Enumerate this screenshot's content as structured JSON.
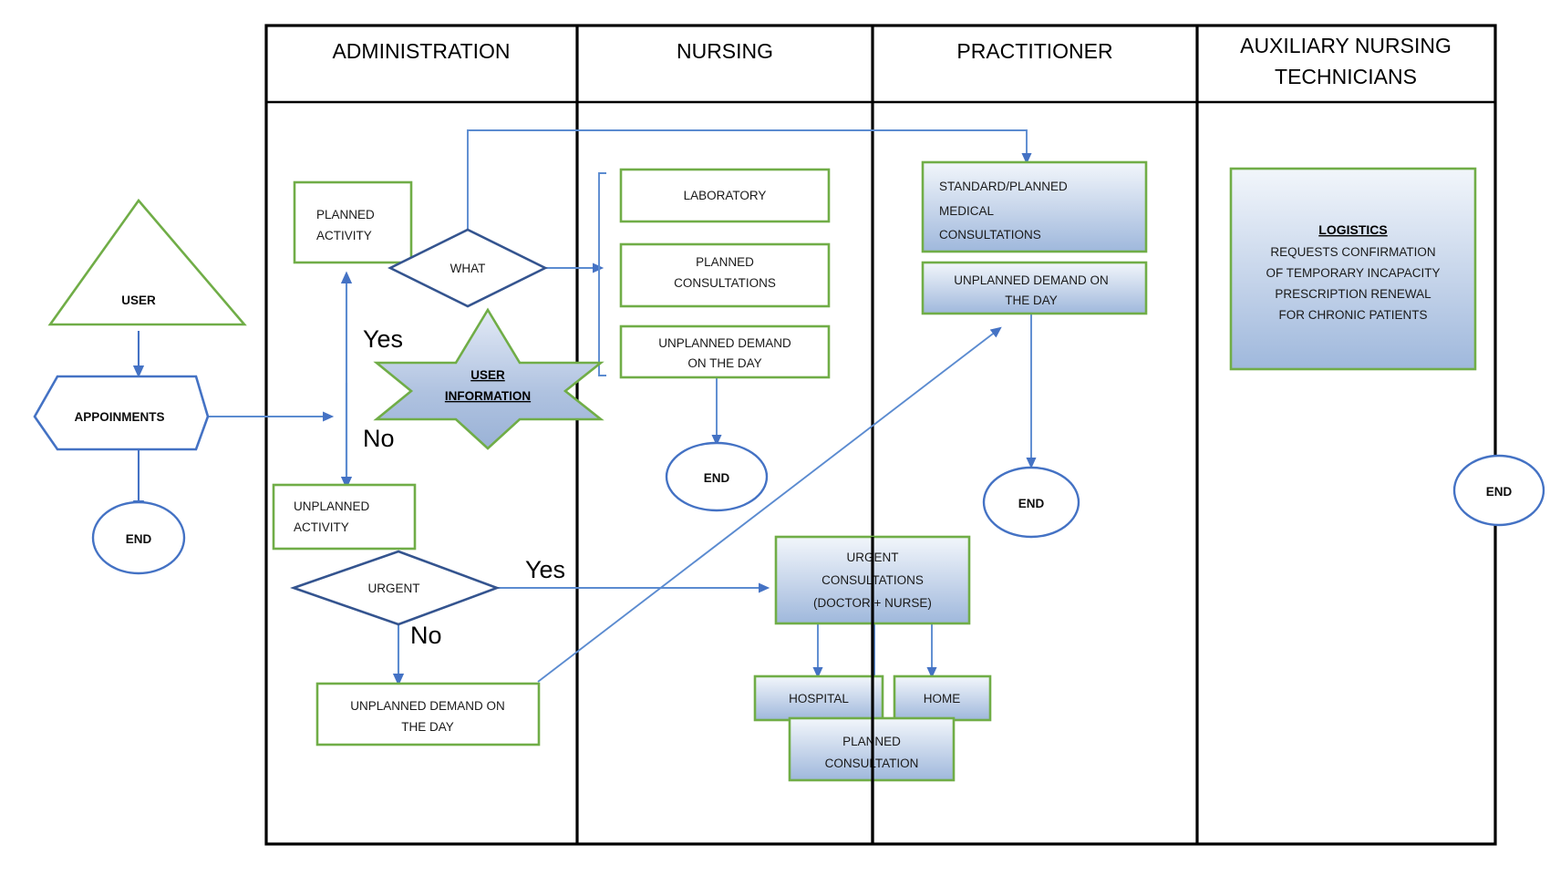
{
  "diagram": {
    "title": "Primary care patient flow swimlane diagram",
    "colors": {
      "lane_border": "#000000",
      "node_stroke_green": "#70AD47",
      "node_stroke_blue": "#4472C4",
      "connector_blue": "#5B8BD0",
      "gradient_top": "#EEF3FA",
      "gradient_bottom": "#9DB7DC",
      "text": "#1a1a1a"
    },
    "lanes": [
      {
        "id": "administration",
        "label": "ADMINISTRATION"
      },
      {
        "id": "nursing",
        "label": "NURSING"
      },
      {
        "id": "practitioner",
        "label": "PRACTITIONER"
      },
      {
        "id": "auxiliary",
        "label": "AUXILIARY NURSING TECHNICIANS",
        "line1": "AUXILIARY NURSING",
        "line2": "TECHNICIANS"
      }
    ],
    "outside_nodes": [
      {
        "id": "user",
        "shape": "triangle",
        "label": "USER"
      },
      {
        "id": "appoinments",
        "shape": "hexagon",
        "label": "APPOINMENTS"
      },
      {
        "id": "end-left",
        "shape": "ellipse",
        "label": "END"
      }
    ],
    "administration": [
      {
        "id": "planned-activity",
        "shape": "rect-outline",
        "line1": "PLANNED",
        "line2": "ACTIVITY"
      },
      {
        "id": "what",
        "shape": "diamond",
        "label": "WHAT"
      },
      {
        "id": "user-information",
        "shape": "star",
        "line1": "USER",
        "line2": "INFORMATION"
      },
      {
        "id": "unplanned-activity",
        "shape": "rect-outline",
        "line1": "UNPLANNED",
        "line2": "ACTIVITY"
      },
      {
        "id": "urgent",
        "shape": "diamond",
        "label": "URGENT"
      },
      {
        "id": "unplanned-demand-admin",
        "shape": "rect-outline",
        "line1": "UNPLANNED  DEMAND ON",
        "line2": "THE DAY"
      }
    ],
    "nursing": [
      {
        "id": "laboratory",
        "shape": "rect-outline",
        "label": "LABORATORY"
      },
      {
        "id": "planned-consultations",
        "shape": "rect-outline",
        "line1": "PLANNED",
        "line2": "CONSULTATIONS"
      },
      {
        "id": "unplanned-demand-nursing",
        "shape": "rect-outline",
        "line1": "UNPLANNED  DEMAND",
        "line2": "ON THE DAY"
      },
      {
        "id": "end-nursing",
        "shape": "ellipse",
        "label": "END"
      }
    ],
    "practitioner": [
      {
        "id": "standard-planned-medical-consultations",
        "shape": "rect-gradient",
        "line1": "STANDARD/PLANNED",
        "line2": "MEDICAL",
        "line3": "CONSULTATIONS"
      },
      {
        "id": "unplanned-demand-practitioner",
        "shape": "rect-gradient",
        "line1": "UNPLANNED  DEMAND ON",
        "line2": "THE DAY"
      },
      {
        "id": "end-practitioner",
        "shape": "ellipse",
        "label": "END"
      }
    ],
    "shared_bottom": [
      {
        "id": "urgent-consultations",
        "shape": "rect-gradient",
        "line1": "URGENT",
        "line2": "CONSULTATIONS",
        "line3": "(DOCTOR  + NURSE)"
      },
      {
        "id": "hospital",
        "shape": "rect-gradient",
        "label": "HOSPITAL"
      },
      {
        "id": "home",
        "shape": "rect-gradient",
        "label": "HOME"
      },
      {
        "id": "planned-consultation",
        "shape": "rect-gradient",
        "line1": "PLANNED",
        "line2": "CONSULTATION"
      }
    ],
    "auxiliary": [
      {
        "id": "logistics",
        "shape": "rect-gradient",
        "title": "LOGISTICS",
        "lines": [
          "REQUESTS  CONFIRMATION",
          "OF TEMPORARY  INCAPACITY",
          "PRESCRIPTION  RENEWAL",
          "FOR CHRONIC  PATIENTS"
        ]
      },
      {
        "id": "end-auxiliary",
        "shape": "ellipse",
        "label": "END"
      }
    ],
    "edge_labels": [
      {
        "id": "what-yes",
        "label": "Yes"
      },
      {
        "id": "what-no",
        "label": "No"
      },
      {
        "id": "urgent-yes",
        "label": "Yes"
      },
      {
        "id": "urgent-no",
        "label": "No"
      }
    ]
  }
}
